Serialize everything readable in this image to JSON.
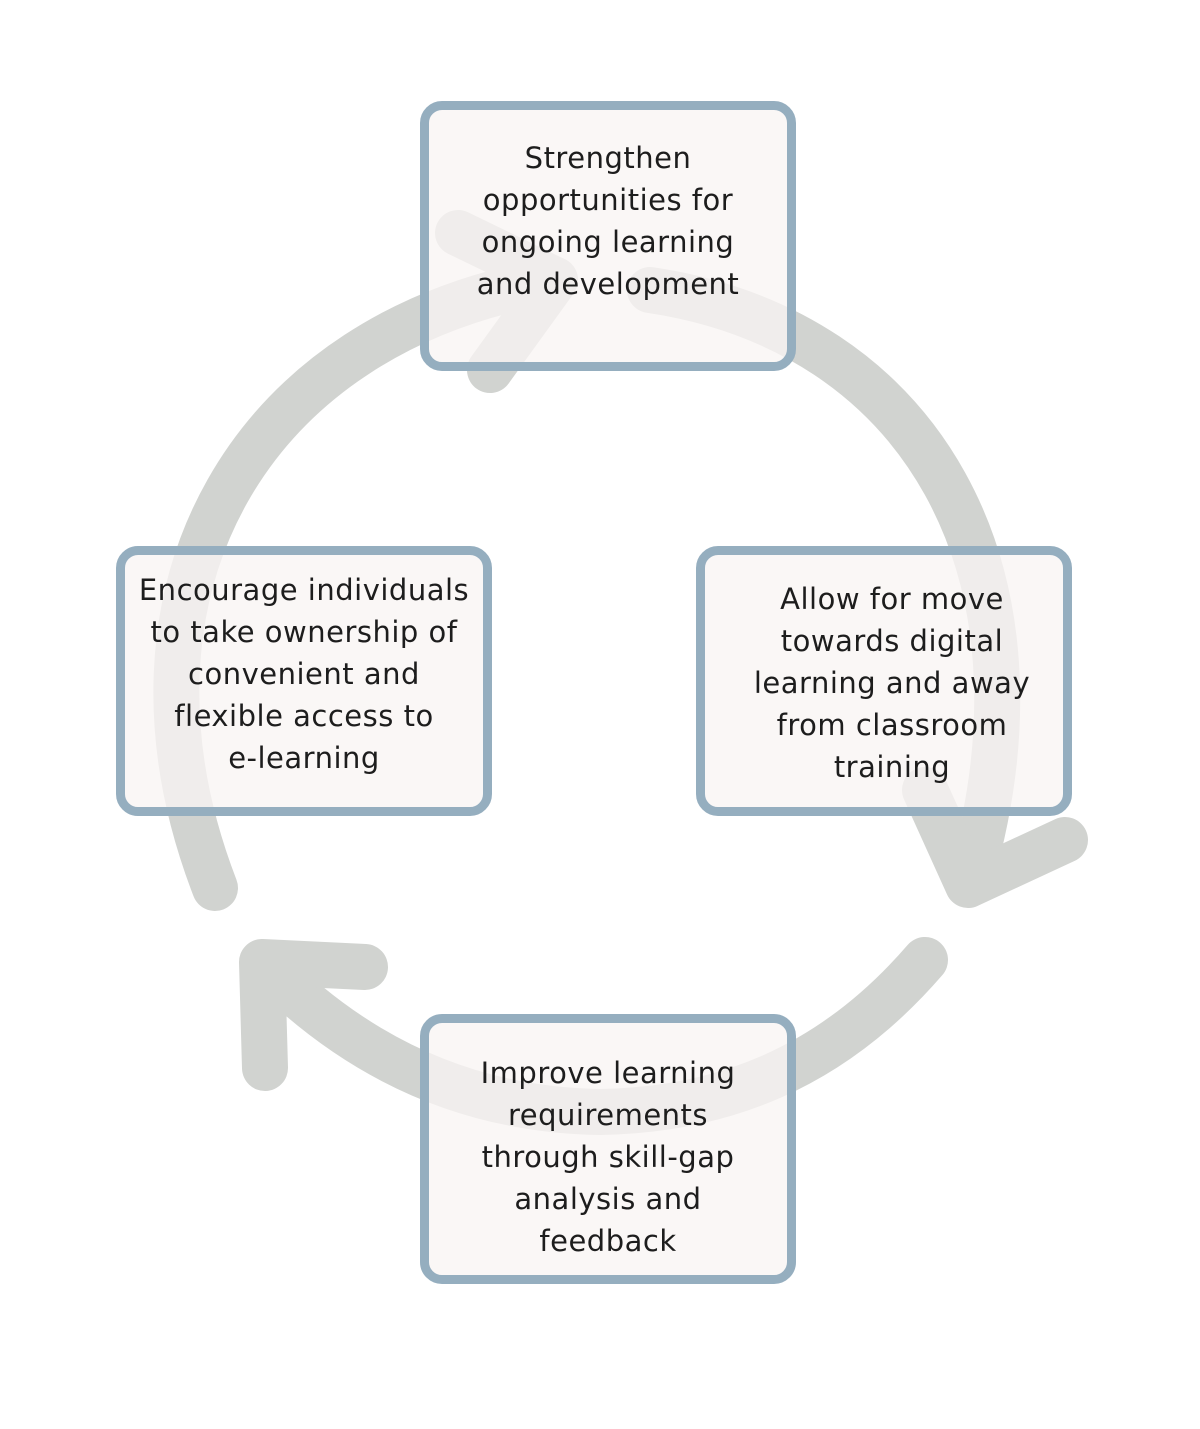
{
  "diagram": {
    "type": "cycle",
    "colors": {
      "arrow": "#d1d3d0",
      "box_border": "#95aebf",
      "box_fill": "#f8f5f3",
      "text": "#1d1d1d"
    },
    "steps": [
      {
        "id": "top",
        "text": "Strengthen\nopportunities for\nongoing learning\nand development"
      },
      {
        "id": "right",
        "text": "Allow for move\ntowards digital\nlearning and away\nfrom classroom\ntraining"
      },
      {
        "id": "bottom",
        "text": "Improve learning\nrequirements\nthrough skill-gap\nanalysis and\nfeedback"
      },
      {
        "id": "left",
        "text": "Encourage individuals\nto take ownership of\nconvenient and\nflexible access to\ne-learning"
      }
    ],
    "arrows": [
      {
        "from": "left",
        "to": "top",
        "icon": "curved-arrow-icon"
      },
      {
        "from": "top",
        "to": "right",
        "icon": "curved-arrow-icon"
      },
      {
        "from": "right",
        "to": "bottom",
        "icon": "curved-arrow-icon"
      },
      {
        "from": "bottom",
        "to": "left",
        "icon": "curved-arrow-icon"
      }
    ]
  }
}
